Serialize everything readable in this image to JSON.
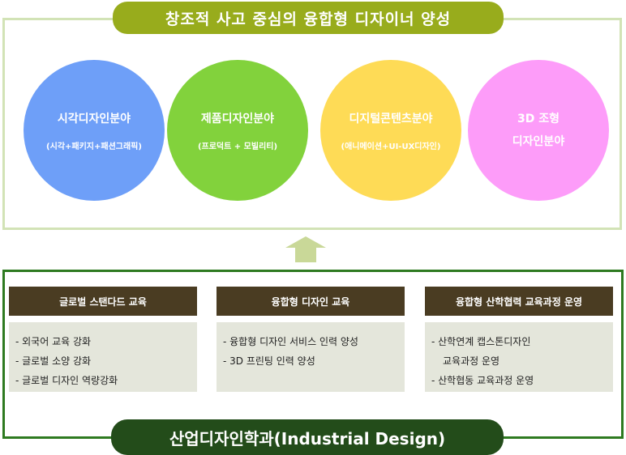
{
  "top": {
    "title": "창조적 사고 중심의 융합형 디자이너 양성"
  },
  "circles": [
    {
      "name": "시각디자인분야",
      "sub": "(시각+패키지+패션그래픽)",
      "color": "#6e9ff8"
    },
    {
      "name": "제품디자인분야",
      "sub": "(프로덕트 + 모빌리티)",
      "color": "#82d23c"
    },
    {
      "name": "디지털콘텐츠분야",
      "sub": "(애니메이션+UI-UX디자인)",
      "color": "#fedb56"
    },
    {
      "name": "3D 조형",
      "name2": "디자인분야",
      "color": "#fd9cf9"
    }
  ],
  "columns": [
    {
      "header": "글로벌 스탠다드 교육",
      "items": [
        "- 외국어 교육 강화",
        "- 글로벌 소양 강화",
        "- 글로벌 디자인 역량강화"
      ]
    },
    {
      "header": "융합형 디자인 교육",
      "items": [
        "- 융합형 디자인 서비스 인력 양성",
        "- 3D 프린팅 인력 양성"
      ]
    },
    {
      "header": "융합형 산학협력 교육과정 운영",
      "items": [
        "- 산학연계 캡스톤디자인",
        "교육과정 운영",
        "- 산학협동 교육과정 운영"
      ]
    }
  ],
  "bottom": {
    "title": "산업디자인학과(Industrial Design)"
  }
}
